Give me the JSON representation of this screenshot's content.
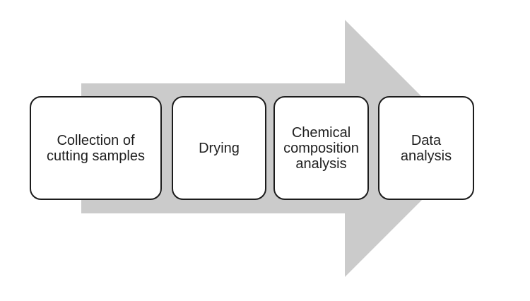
{
  "diagram": {
    "type": "process-flow",
    "arrow_color": "#cbcbcb",
    "box_fill": "#ffffff",
    "box_border_color": "#1c1c1c",
    "text_color": "#1f1f1f",
    "steps": [
      {
        "label": "Collection of\ncutting samples"
      },
      {
        "label": "Drying"
      },
      {
        "label": "Chemical\ncomposition\nanalysis"
      },
      {
        "label": "Data\nanalysis"
      }
    ]
  }
}
